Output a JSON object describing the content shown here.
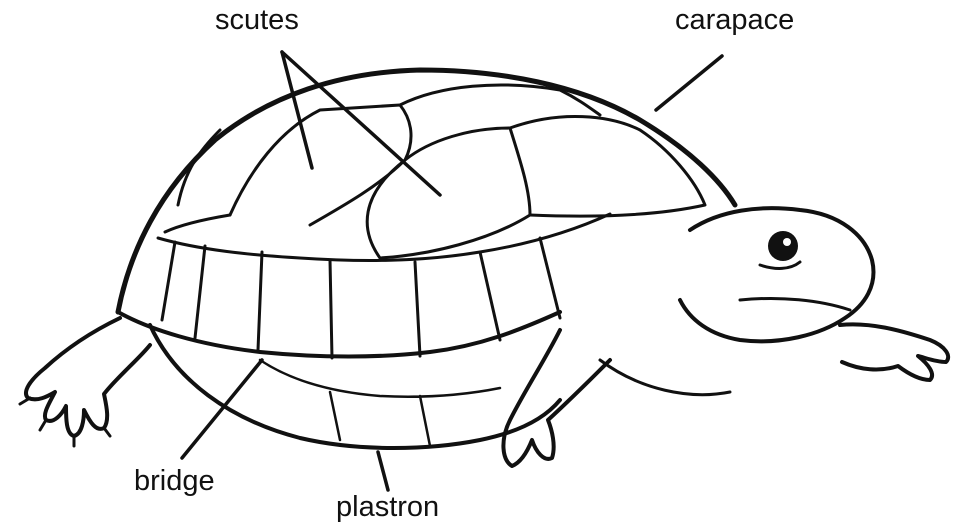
{
  "diagram": {
    "labels": {
      "scutes": "scutes",
      "carapace": "carapace",
      "bridge": "bridge",
      "plastron": "plastron"
    },
    "ink_color": "#111111",
    "background": "#ffffff"
  }
}
